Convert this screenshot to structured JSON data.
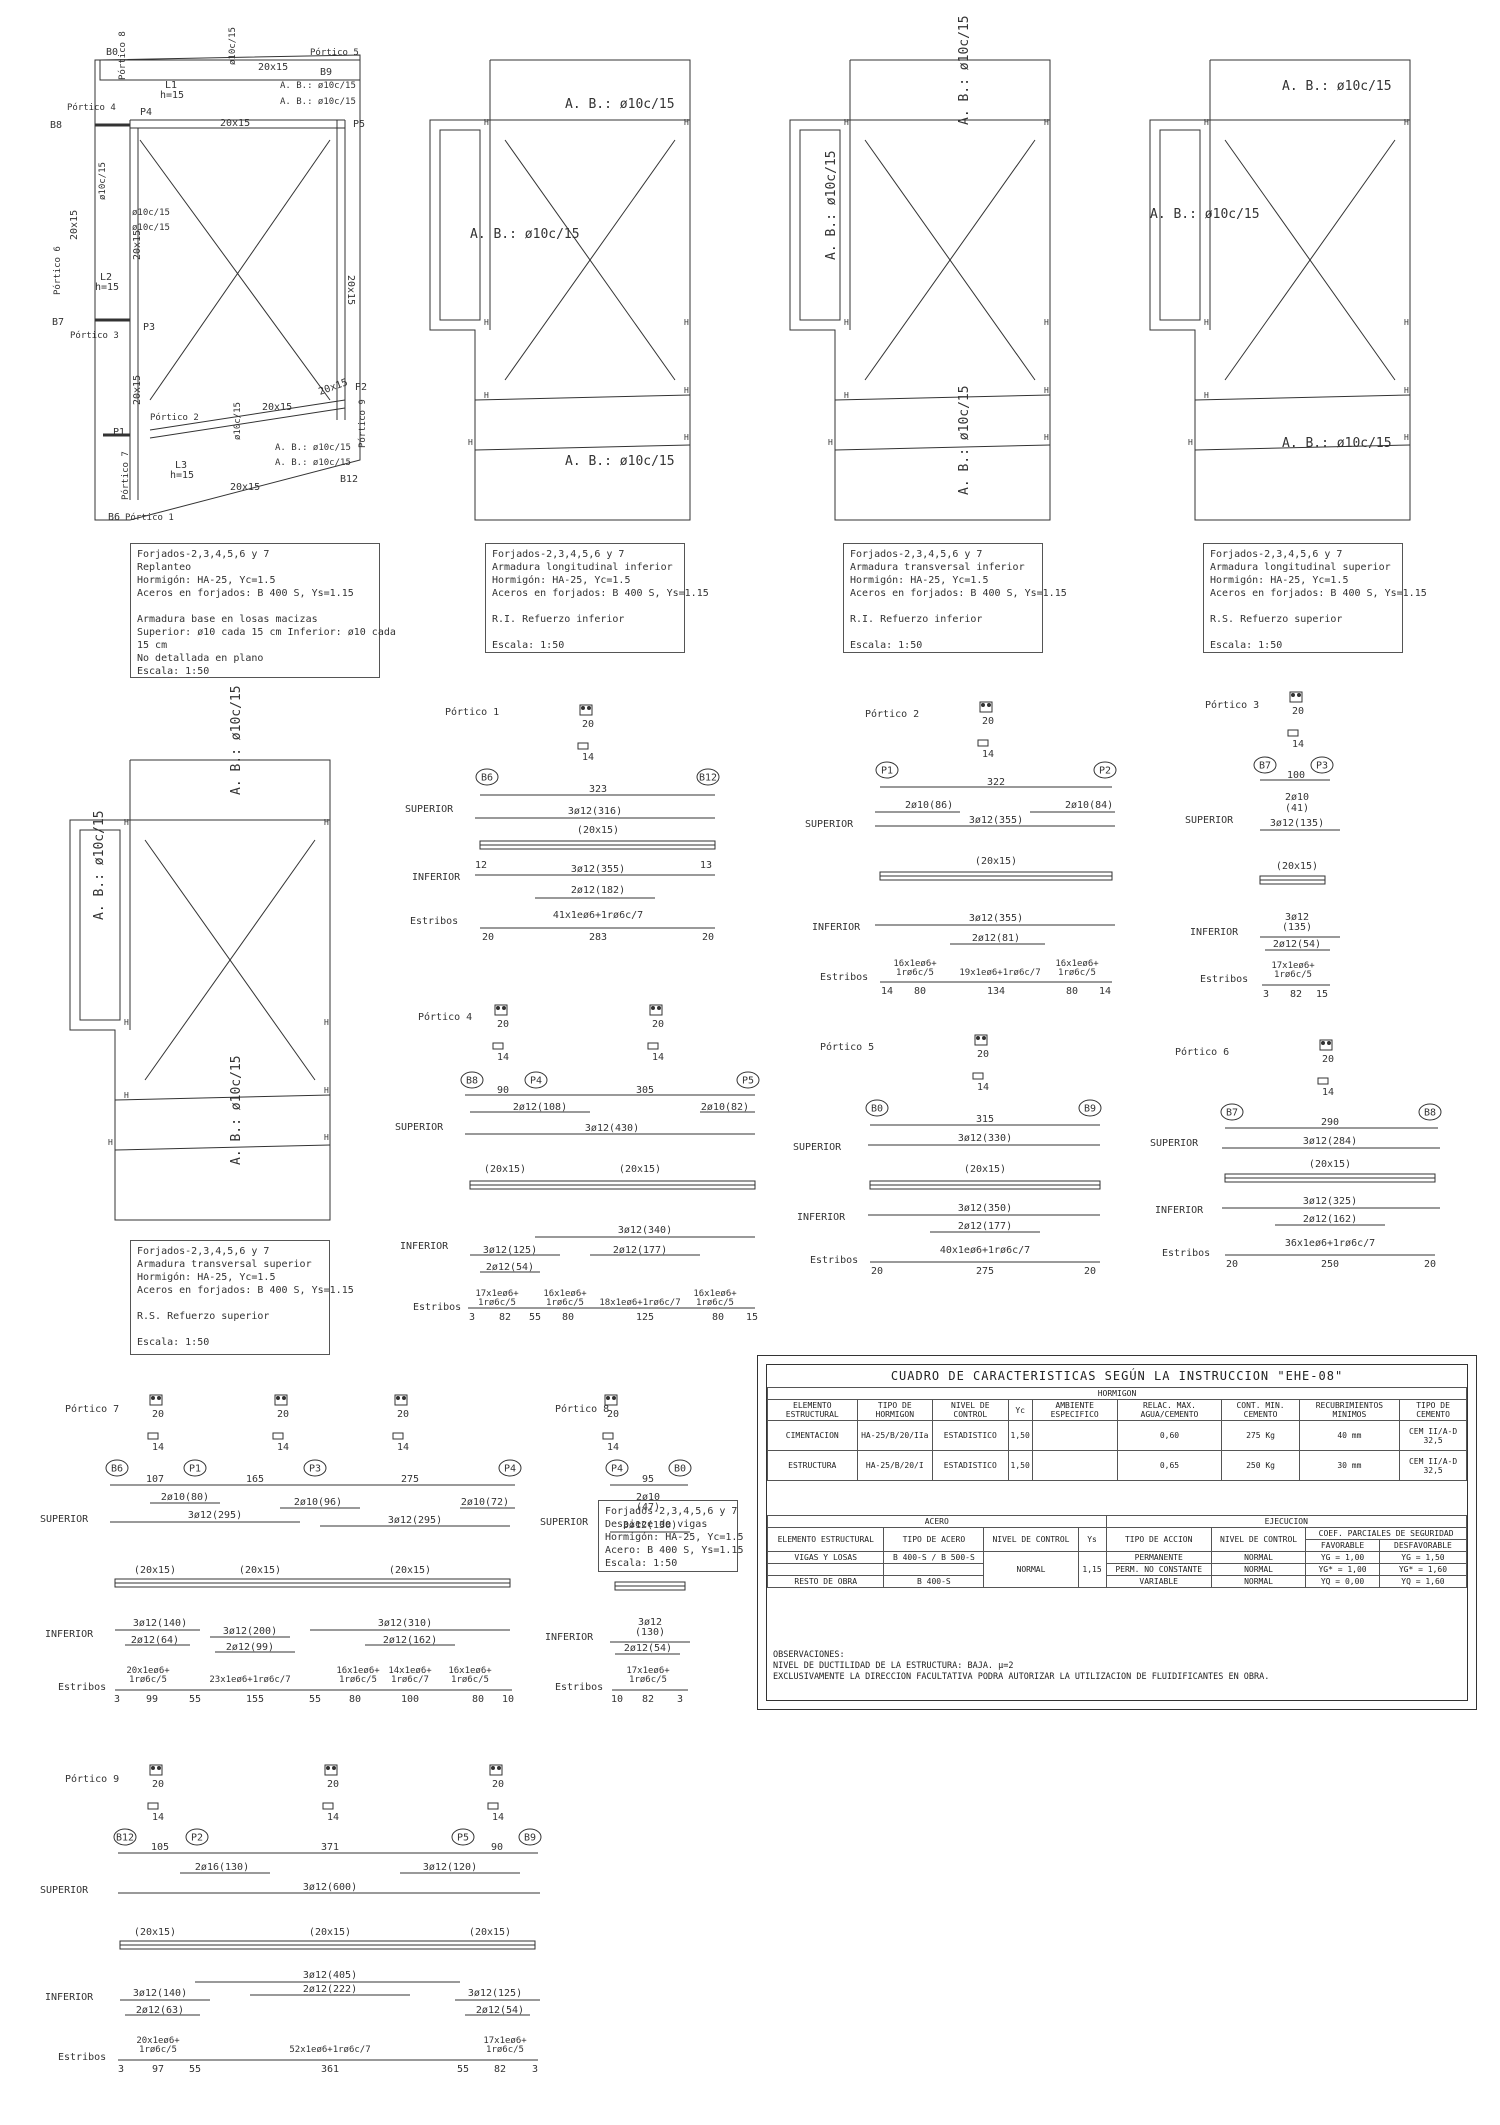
{
  "plans": {
    "p1": {
      "labels": {
        "B0": "B0",
        "B9": "B9",
        "B8": "B8",
        "B7": "B7",
        "B6": "B6",
        "B12": "B12",
        "P1": "P1",
        "P2": "P2",
        "P3": "P3",
        "P4": "P4",
        "P5": "P5"
      },
      "porticos": {
        "p1": "Pórtico 1",
        "p2": "Pórtico 2",
        "p3": "Pórtico 3",
        "p4": "Pórtico 4",
        "p5": "Pórtico 5",
        "p6": "Pórtico 6",
        "p7": "Pórtico 7",
        "p8": "Pórtico 8",
        "p9": "Pórtico 9"
      },
      "beams": {
        "b2015": "20x15",
        "l1": "L1",
        "h15": "h=15",
        "l2": "L2",
        "l3": "L3"
      },
      "ab": "A. B.: ø10c/15",
      "ab_short": "ø10c/15"
    },
    "ab_label": "A. B.: ø10c/15",
    "H": "H"
  },
  "notes": {
    "n1": [
      "Forjados-2,3,4,5,6 y 7",
      "Replanteo",
      "Hormigón: HA-25, Yc=1.5",
      "Aceros en forjados: B 400 S, Ys=1.15",
      "",
      "Armadura base en losas macizas",
      "  Superior: ø10 cada 15 cm  Inferior: ø10 cada",
      "15 cm",
      "No detallada en plano",
      "Escala: 1:50"
    ],
    "n2": [
      "Forjados-2,3,4,5,6 y 7",
      "Armadura longitudinal inferior",
      "Hormigón: HA-25, Yc=1.5",
      "Aceros en forjados: B 400 S, Ys=1.15",
      "",
      "R.I. Refuerzo inferior",
      "",
      "Escala: 1:50"
    ],
    "n3": [
      "Forjados-2,3,4,5,6 y 7",
      "Armadura transversal inferior",
      "Hormigón: HA-25, Yc=1.5",
      "Aceros en forjados: B 400 S, Ys=1.15",
      "",
      "R.I. Refuerzo inferior",
      "",
      "Escala: 1:50"
    ],
    "n4": [
      "Forjados-2,3,4,5,6 y 7",
      "Armadura longitudinal superior",
      "Hormigón: HA-25, Yc=1.5",
      "Aceros en forjados: B 400 S, Ys=1.15",
      "",
      "R.S. Refuerzo superior",
      "",
      "Escala: 1:50"
    ],
    "n5": [
      "Forjados-2,3,4,5,6 y 7",
      "Armadura transversal superior",
      "Hormigón: HA-25, Yc=1.5",
      "Aceros en forjados: B 400 S, Ys=1.15",
      "",
      "R.S. Refuerzo superior",
      "",
      "Escala: 1:50"
    ],
    "n6": [
      "Forjados-2,3,4,5,6 y 7",
      "Despiece de vigas",
      "Hormigón: HA-25, Yc=1.5",
      "Acero: B 400 S, Ys=1.15",
      "Escala: 1:50"
    ]
  },
  "beams": {
    "common": {
      "superior": "SUPERIOR",
      "inferior": "INFERIOR",
      "estribos": "Estribos",
      "sec_w": "20",
      "sec_h": "14",
      "sec": "(20x15)"
    },
    "p1": {
      "title": "Pórtico 1",
      "n1": "B6",
      "n2": "B12",
      "span": "323",
      "sup": "3ø12(316)",
      "inf1": "3ø12(355)",
      "inf2": "2ø12(182)",
      "est": "41x1eø6+1rø6c/7",
      "d1": "20",
      "d2": "283",
      "d3": "20",
      "e1": "12",
      "e2": "13"
    },
    "p2": {
      "title": "Pórtico 2",
      "n1": "P1",
      "n2": "P2",
      "span": "322",
      "s1": "2ø10(86)",
      "s2": "2ø10(84)",
      "sup": "3ø12(355)",
      "inf1": "3ø12(355)",
      "inf2": "2ø12(81)",
      "est1": "16x1eø6+\n1rø6c/5",
      "est2": "19x1eø6+1rø6c/7",
      "est3": "16x1eø6+\n1rø6c/5",
      "d": [
        "14",
        "80",
        "134",
        "80",
        "14"
      ]
    },
    "p3": {
      "title": "Pórtico 3",
      "n1": "B7",
      "n2": "P3",
      "span": "100",
      "s1": "2ø10",
      "s1b": "(41)",
      "sup": "3ø12(135)",
      "inf1": "3ø12",
      "inf1b": "(135)",
      "inf2": "2ø12(54)",
      "est": "17x1eø6+\n1rø6c/5",
      "d": [
        "3",
        "82",
        "15"
      ]
    },
    "p4": {
      "title": "Pórtico 4",
      "n1": "B8",
      "n2": "P4",
      "n3": "P5",
      "span1": "90",
      "span2": "305",
      "s1": "2ø12(108)",
      "s2": "2ø10(82)",
      "sup": "3ø12(430)",
      "inf1": "3ø12(340)",
      "inf2": "3ø12(125)",
      "inf3": "2ø12(177)",
      "inf4": "2ø12(54)",
      "est1": "17x1eø6+",
      "est1b": "1rø6c/5",
      "est2": "16x1eø6+",
      "est2b": "1rø6c/5",
      "est3": "18x1eø6+1rø6c/7",
      "est4": "16x1eø6+",
      "est4b": "1rø6c/5",
      "d": [
        "3",
        "82",
        "55",
        "80",
        "125",
        "80",
        "15"
      ]
    },
    "p5": {
      "title": "Pórtico 5",
      "n1": "B0",
      "n2": "B9",
      "span": "315",
      "sup": "3ø12(330)",
      "inf1": "3ø12(350)",
      "inf2": "2ø12(177)",
      "est": "40x1eø6+1rø6c/7",
      "d": [
        "20",
        "275",
        "20"
      ]
    },
    "p6": {
      "title": "Pórtico 6",
      "n1": "B7",
      "n2": "B8",
      "span": "290",
      "sup": "3ø12(284)",
      "inf1": "3ø12(325)",
      "inf2": "2ø12(162)",
      "est": "36x1eø6+1rø6c/7",
      "d": [
        "20",
        "250",
        "20"
      ]
    },
    "p7": {
      "title": "Pórtico 7",
      "n": [
        "B6",
        "P1",
        "P3",
        "P4"
      ],
      "spans": [
        "107",
        "165",
        "275"
      ],
      "s": [
        "2ø10(80)",
        "3ø12(295)",
        "2ø10(96)",
        "3ø12(295)",
        "2ø10(72)"
      ],
      "inf": [
        "3ø12(140)",
        "2ø12(64)",
        "3ø12(200)",
        "2ø12(99)",
        "3ø12(310)",
        "2ø12(162)"
      ],
      "est": [
        "20x1eø6+\n1rø6c/5",
        "23x1eø6+1rø6c/7",
        "16x1eø6+\n1rø6c/5",
        "14x1eø6+\n1rø6c/7",
        "16x1eø6+\n1rø6c/5"
      ],
      "d": [
        "3",
        "99",
        "55",
        "155",
        "55",
        "80",
        "100",
        "80",
        "10"
      ]
    },
    "p8": {
      "title": "Pórtico 8",
      "n1": "P4",
      "n2": "B0",
      "span": "95",
      "s1": "2ø10",
      "s1b": "(47)",
      "sup": "3ø12(130)",
      "inf1": "3ø12",
      "inf1b": "(130)",
      "inf2": "2ø12(54)",
      "est": "17x1eø6+\n1rø6c/5",
      "d": [
        "10",
        "82",
        "3"
      ]
    },
    "p9": {
      "title": "Pórtico 9",
      "n": [
        "B12",
        "P2",
        "P5",
        "B9"
      ],
      "spans": [
        "105",
        "371",
        "90"
      ],
      "s": [
        "2ø16(130)",
        "3ø12(600)",
        "3ø12(120)"
      ],
      "inf": [
        "3ø12(405)",
        "3ø12(140)",
        "2ø12(222)",
        "3ø12(125)",
        "2ø12(63)",
        "2ø12(54)"
      ],
      "est": [
        "20x1eø6+\n1rø6c/5",
        "52x1eø6+1rø6c/7",
        "17x1eø6+\n1rø6c/5"
      ],
      "d": [
        "3",
        "97",
        "55",
        "361",
        "55",
        "82",
        "3"
      ]
    }
  },
  "table": {
    "title": "CUADRO DE CARACTERISTICAS SEGÚN LA INSTRUCCION \"EHE-08\"",
    "hormigon": "HORMIGON",
    "h_headers": [
      "ELEMENTO ESTRUCTURAL",
      "TIPO DE HORMIGON",
      "NIVEL DE CONTROL",
      "Yc",
      "AMBIENTE ESPECIFICO",
      "RELAC. MAX. AGUA/CEMENTO",
      "CONT. MIN. CEMENTO",
      "RECUBRIMIENTOS MINIMOS",
      "TIPO DE CEMENTO"
    ],
    "h_rows": [
      [
        "CIMENTACION",
        "HA-25/B/20/IIa",
        "ESTADISTICO",
        "1,50",
        "",
        "0,60",
        "275 Kg",
        "40 mm",
        "CEM II/A-D 32,5"
      ],
      [
        "ESTRUCTURA",
        "HA-25/B/20/I",
        "ESTADISTICO",
        "1,50",
        "",
        "0,65",
        "250 Kg",
        "30 mm",
        "CEM II/A-D 32,5"
      ]
    ],
    "acero": "ACERO",
    "ejecucion": "EJECUCION",
    "a_headers": [
      "ELEMENTO ESTRUCTURAL",
      "TIPO DE ACERO",
      "NIVEL DE CONTROL",
      "Ys",
      "TIPO DE ACCION",
      "NIVEL DE CONTROL",
      "COEF. PARCIALES DE SEGURIDAD",
      "FAVORABLE",
      "DESFAVORABLE"
    ],
    "a_rows": [
      [
        "VIGAS Y LOSAS",
        "B 400-S / B 500-S",
        "NORMAL",
        "1,15",
        "PERMANENTE",
        "NORMAL",
        "YG = 1,00",
        "YG = 1,50"
      ],
      [
        "",
        "",
        "",
        "",
        "PERM. NO CONSTANTE",
        "NORMAL",
        "YG* = 1,00",
        "YG* = 1,60"
      ],
      [
        "RESTO DE OBRA",
        "B 400-S",
        "",
        "",
        "VARIABLE",
        "NORMAL",
        "YQ = 0,00",
        "YQ = 1,60"
      ]
    ],
    "obs": [
      "OBSERVACIONES:",
      "NIVEL DE DUCTILIDAD DE LA ESTRUCTURA: BAJA. µ=2",
      "EXCLUSIVAMENTE LA DIRECCION FACULTATIVA PODRA AUTORIZAR LA UTILIZACION DE FLUIDIFICANTES EN OBRA."
    ]
  }
}
